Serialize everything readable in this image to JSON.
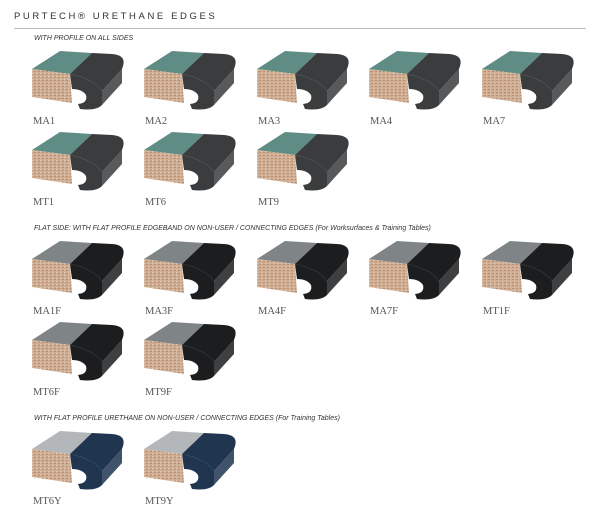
{
  "title": "PURTECH® URETHANE EDGES",
  "sections": [
    {
      "label": "WITH PROFILE ON ALL SIDES",
      "top_color": "#5f8d85",
      "edge_color": "#3a3c3e",
      "rows": [
        [
          "MA1",
          "MA2",
          "MA3",
          "MA4",
          "MA7"
        ],
        [
          "MT1",
          "MT6",
          "MT9"
        ]
      ]
    },
    {
      "label": "FLAT SIDE: WITH FLAT PROFILE EDGEBAND ON NON-USER / CONNECTING EDGES (For Worksurfaces & Training Tables)",
      "top_color": "#7f8486",
      "edge_color": "#1c1d1f",
      "rows": [
        [
          "MA1F",
          "MA3F",
          "MA4F",
          "MA7F",
          "MT1F"
        ],
        [
          "MT6F",
          "MT9F"
        ]
      ]
    },
    {
      "label": "WITH FLAT PROFILE URETHANE ON NON-USER / CONNECTING EDGES (For Training Tables)",
      "top_color": "#b4b7b9",
      "edge_color": "#1f3550",
      "rows": [
        [
          "MT6Y",
          "MT9Y"
        ]
      ]
    }
  ]
}
